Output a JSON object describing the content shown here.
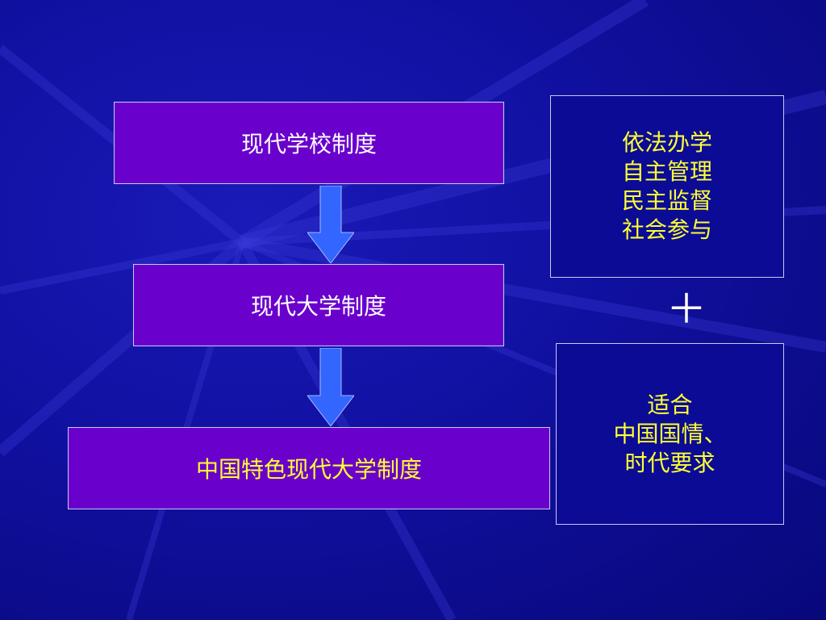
{
  "flow": {
    "box1": "现代学校制度",
    "box2": "现代大学制度",
    "box3": "中国特色现代大学制度"
  },
  "side": {
    "principles": [
      "依法办学",
      "自主管理",
      "民主监督",
      "社会参与"
    ],
    "plus": "＋",
    "context": [
      "适合",
      "中国国情、",
      "时代要求"
    ]
  },
  "colors": {
    "box_fill": "#6a00cc",
    "side_fill": "#0b0b96",
    "highlight_text": "#ffff33",
    "arrow": "#3366ff"
  }
}
